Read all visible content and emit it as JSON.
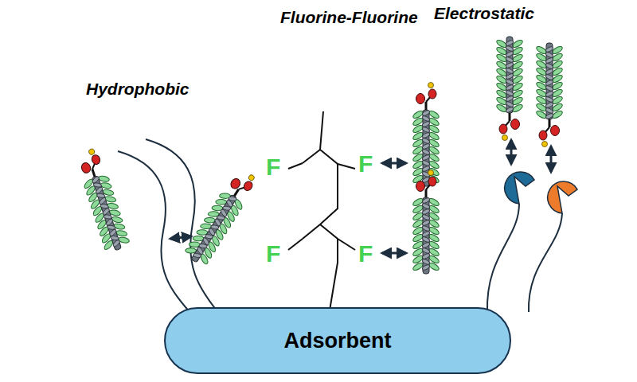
{
  "diagram": {
    "nodes": [
      {
        "text": [
          "Adsorbent"
        ]
      }
    ],
    "labels": [
      "Hydrophobic",
      "Fluorine-Fluorine",
      "Electrostatic",
      "F",
      "F",
      "F",
      "F"
    ]
  }
}
